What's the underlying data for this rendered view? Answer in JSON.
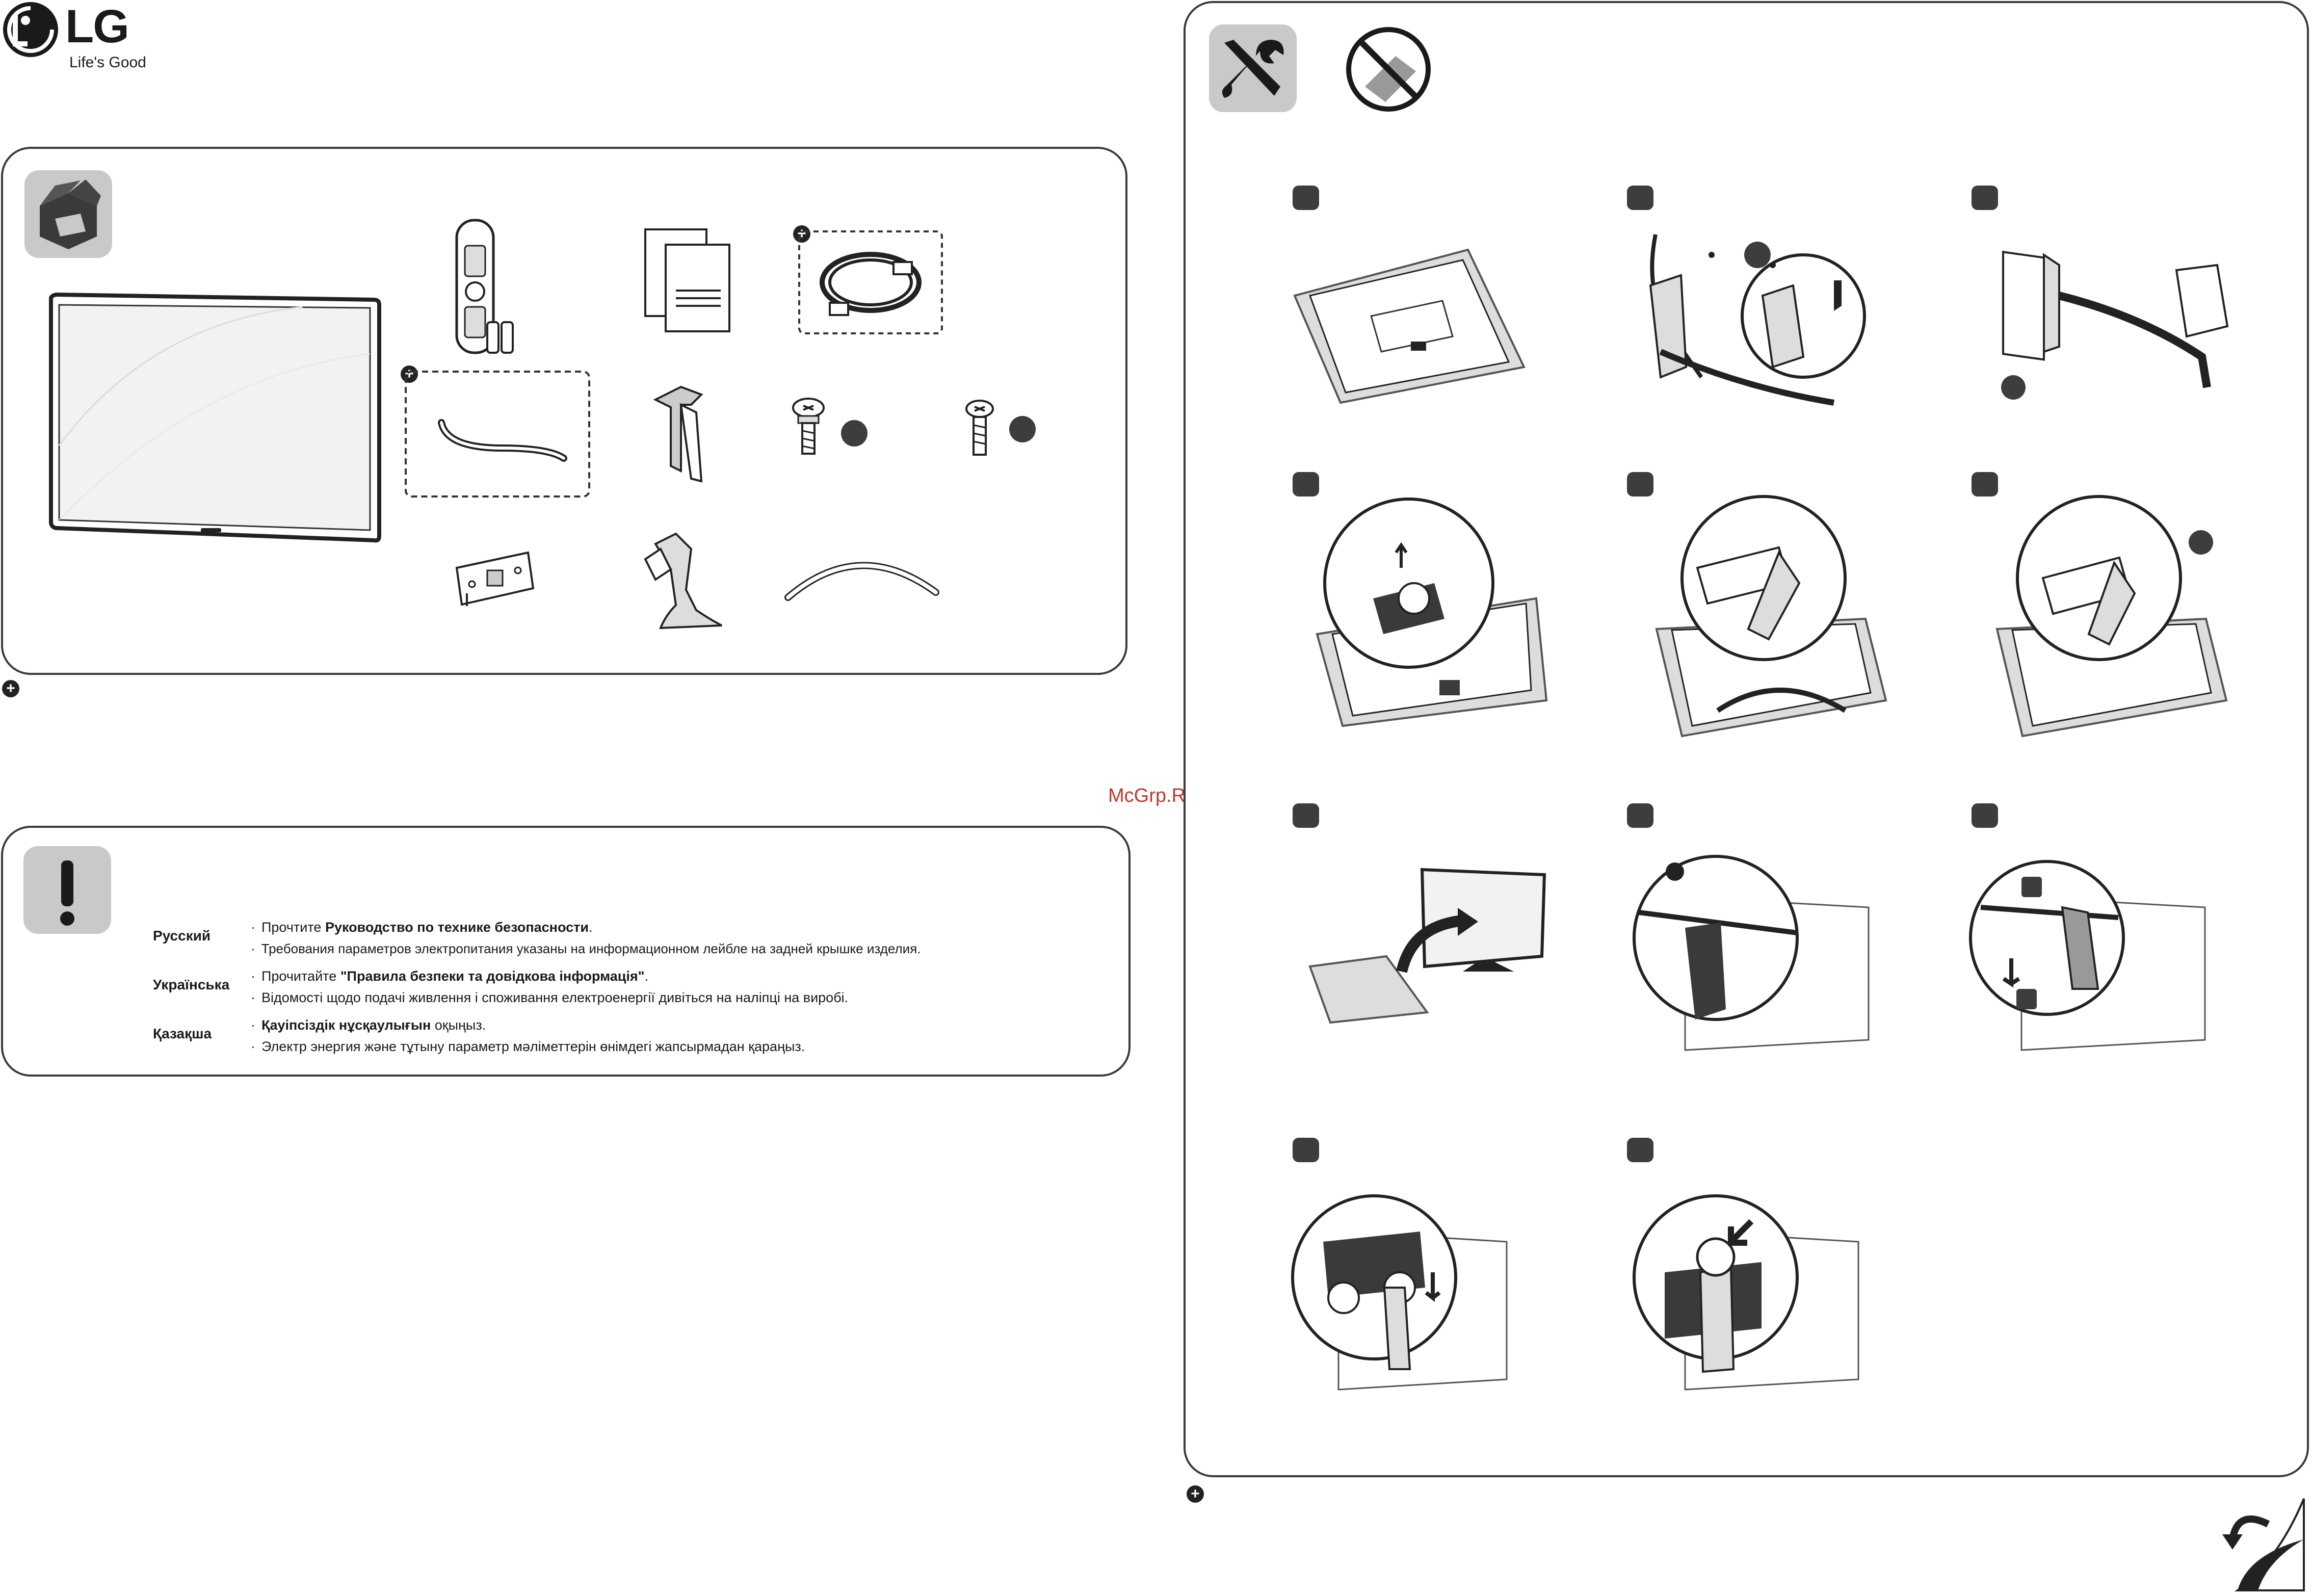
{
  "header": {
    "brand": "LG",
    "tagline": "Life's Good"
  },
  "watermark": "McGrp.Ru",
  "icons": {
    "box_contents": "open-box-icon",
    "warning": "exclamation-icon",
    "tools": "screwdriver-wrench-icon",
    "no_scratch": "no-scratch-surface-icon",
    "page_turn": "page-turn-icon",
    "optional": "plus-icon"
  },
  "notice": {
    "rows": [
      {
        "language": "Русский",
        "lines": [
          {
            "pre": "Прочтите ",
            "bold": "Руководство по технике безопасности",
            "post": "."
          },
          {
            "pre": "Требования параметров электропитания указаны на информационном лейбле на задней крышке изделия.",
            "bold": "",
            "post": ""
          }
        ]
      },
      {
        "language": "Українська",
        "lines": [
          {
            "pre": "Прочитайте ",
            "bold": "\"Правила безпеки та довідкова інформація\"",
            "post": "."
          },
          {
            "pre": "Відомості щодо подачі живлення і споживання електроенергії дивіться на наліпці на виробі.",
            "bold": "",
            "post": ""
          }
        ]
      },
      {
        "language": "Қазақша",
        "lines": [
          {
            "pre": "",
            "bold": "Қауіпсіздік нұсқаулығын",
            "post": " оқыңыз."
          },
          {
            "pre": "Электр энергия және тұтыну параметр мәліметтерін өнімдегі жапсырмадан қараңыз.",
            "bold": "",
            "post": ""
          }
        ]
      }
    ]
  },
  "colors": {
    "panel_border": "#3a3a3a",
    "icon_bg": "#c9c9c9",
    "badge": "#3d3d3d",
    "watermark": "#c0392b"
  }
}
